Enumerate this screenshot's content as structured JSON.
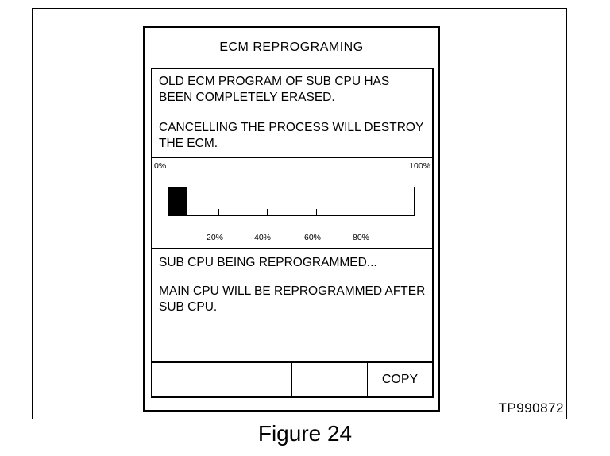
{
  "screen": {
    "title": "ECM REPROGRAMING",
    "message_top": [
      "OLD ECM PROGRAM OF SUB CPU HAS BEEN COMPLETELY ERASED.",
      "CANCELLING THE PROCESS WILL DESTROY THE ECM."
    ],
    "progress": {
      "label_start": "0%",
      "label_end": "100%",
      "tick_labels": [
        "20%",
        "40%",
        "60%",
        "80%"
      ],
      "value_percent": 7
    },
    "message_bottom": [
      "SUB CPU BEING REPROGRAMMED...",
      "MAIN CPU WILL BE REPROGRAMMED AFTER SUB CPU."
    ],
    "softkeys": [
      "",
      "",
      "",
      "COPY"
    ]
  },
  "figure": {
    "code": "TP990872",
    "caption": "Figure 24"
  }
}
